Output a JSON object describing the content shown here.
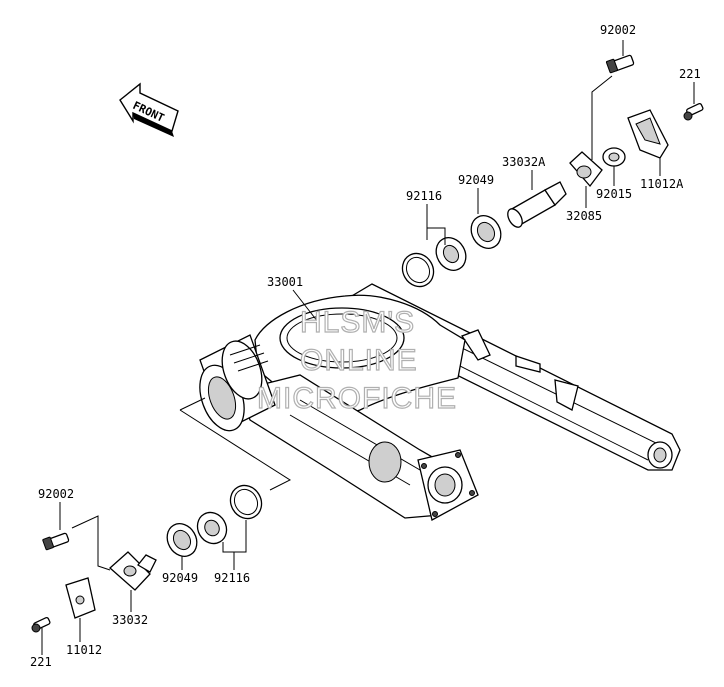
{
  "labels": {
    "p92002_top": "92002",
    "p221_top": "221",
    "p33032A": "33032A",
    "p92049_top": "92049",
    "p92116_top": "92116",
    "p32085": "32085",
    "p92015": "92015",
    "p11012A": "11012A",
    "p33001": "33001",
    "p92002_bot": "92002",
    "p33032": "33032",
    "p92049_bot": "92049",
    "p92116_bot": "92116",
    "p11012": "11012",
    "p221_bot": "221"
  },
  "front_arrow": {
    "text": "FRONT"
  },
  "watermark": {
    "line1": "HLSM'S",
    "line2": "ONLINE",
    "line3": "MICROFICHE"
  }
}
